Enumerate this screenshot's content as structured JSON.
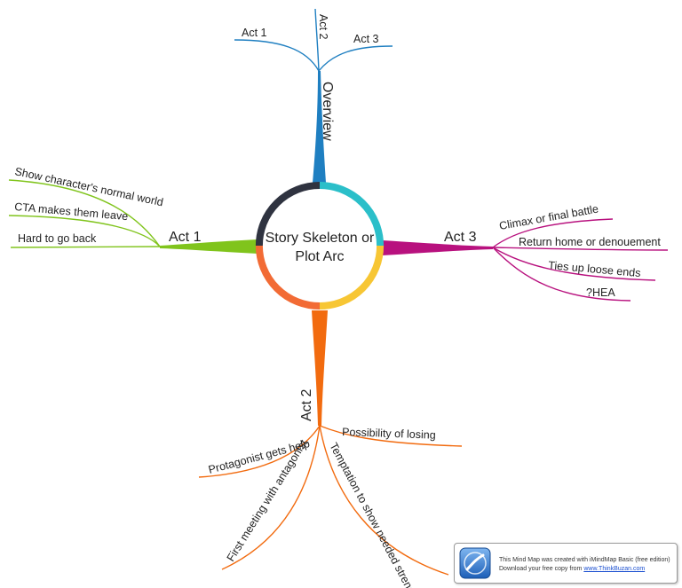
{
  "center": {
    "line1": "Story Skeleton or",
    "line2": "Plot Arc"
  },
  "branches": {
    "overview": {
      "label": "Overview",
      "color": "#1f7fc1",
      "children": [
        "Act 1",
        "Act 2",
        "Act 3"
      ]
    },
    "act1": {
      "label": "Act 1",
      "color": "#80c41c",
      "children": [
        "Show character's normal world",
        "CTA makes them leave",
        "Hard to go back"
      ]
    },
    "act3": {
      "label": "Act 3",
      "color": "#b8117e",
      "children": [
        "Climax or final battle",
        "Return home or denouement",
        "Ties up loose ends",
        "?HEA"
      ]
    },
    "act2": {
      "label": "Act 2",
      "color": "#f26b0f",
      "children": [
        "Possibility of losing",
        "Protagonist gets help",
        "First meeting with antagonist",
        "Temptation to show needed strength"
      ]
    }
  },
  "ring_colors": [
    "#2f3340",
    "#2bbfc9",
    "#f7c634",
    "#f26b35"
  ],
  "footer": {
    "line1": "This Mind Map was created with iMindMap Basic (free edition)",
    "line2_prefix": "Download your free copy from ",
    "link": "www.ThinkBuzan.com"
  }
}
